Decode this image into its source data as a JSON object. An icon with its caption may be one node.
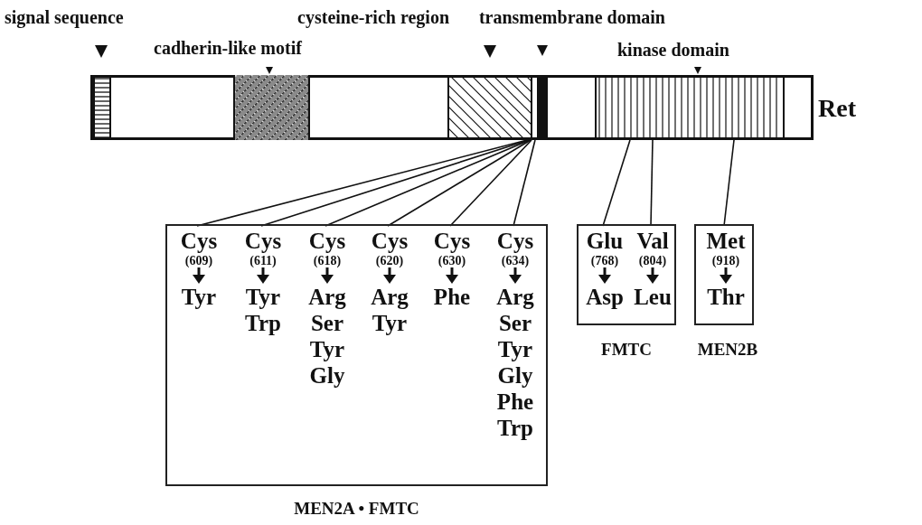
{
  "diagram": {
    "nodes": [
      {
        "text": [],
        "shape": "bar",
        "beside": [
          "Ret"
        ]
      },
      {
        "text": [],
        "shape": "box",
        "in": 0
      },
      {
        "text": [],
        "shape": "box",
        "in": 0
      },
      {
        "text": [],
        "shape": "box",
        "in": 0
      },
      {
        "text": [],
        "shape": "box",
        "in": 0
      },
      {
        "text": [],
        "shape": "box",
        "in": 0
      },
      {
        "text": [],
        "shape": "box",
        "beside": [
          "MEN2A • FMTC"
        ]
      },
      {
        "text": [
          "Cys",
          "(609)",
          "Tyr"
        ],
        "in": 6
      },
      {
        "text": [
          "Cys",
          "(611)",
          "Tyr",
          "Trp"
        ],
        "in": 6
      },
      {
        "text": [
          "Cys",
          "(618)",
          "Arg",
          "Ser",
          "Tyr",
          "Gly"
        ],
        "in": 6
      },
      {
        "text": [
          "Cys",
          "(620)",
          "Arg",
          "Tyr"
        ],
        "in": 6
      },
      {
        "text": [
          "Cys",
          "(630)",
          "Phe"
        ],
        "in": 6
      },
      {
        "text": [
          "Cys",
          "(634)",
          "Arg",
          "Ser",
          "Tyr",
          "Gly",
          "Phe",
          "Trp"
        ],
        "in": 6
      },
      {
        "text": [],
        "shape": "box",
        "beside": [
          "FMTC"
        ]
      },
      {
        "text": [
          "Glu",
          "(768)",
          "Asp"
        ],
        "in": 13
      },
      {
        "text": [
          "Val",
          "(804)",
          "Leu"
        ],
        "in": 13
      },
      {
        "text": [],
        "shape": "box",
        "beside": [
          "MEN2B"
        ]
      },
      {
        "text": [
          "Met",
          "(918)",
          "Thr"
        ],
        "in": 16
      }
    ],
    "edges": [
      {
        "from": 3,
        "to": 7,
        "arrow": "none"
      },
      {
        "from": 3,
        "to": 8,
        "arrow": "none"
      },
      {
        "from": 3,
        "to": 9,
        "arrow": "none"
      },
      {
        "from": 3,
        "to": 10,
        "arrow": "none"
      },
      {
        "from": 3,
        "to": 11,
        "arrow": "none"
      },
      {
        "from": 3,
        "to": 12,
        "arrow": "none"
      },
      {
        "from": 5,
        "to": 14,
        "arrow": "none"
      },
      {
        "from": 5,
        "to": 15,
        "arrow": "none"
      },
      {
        "from": 5,
        "to": 17,
        "arrow": "none"
      }
    ],
    "labels": [
      "signal sequence",
      "cysteine-rich region",
      "transmembrane domain",
      "cadherin-like motif",
      "kinase domain"
    ]
  }
}
